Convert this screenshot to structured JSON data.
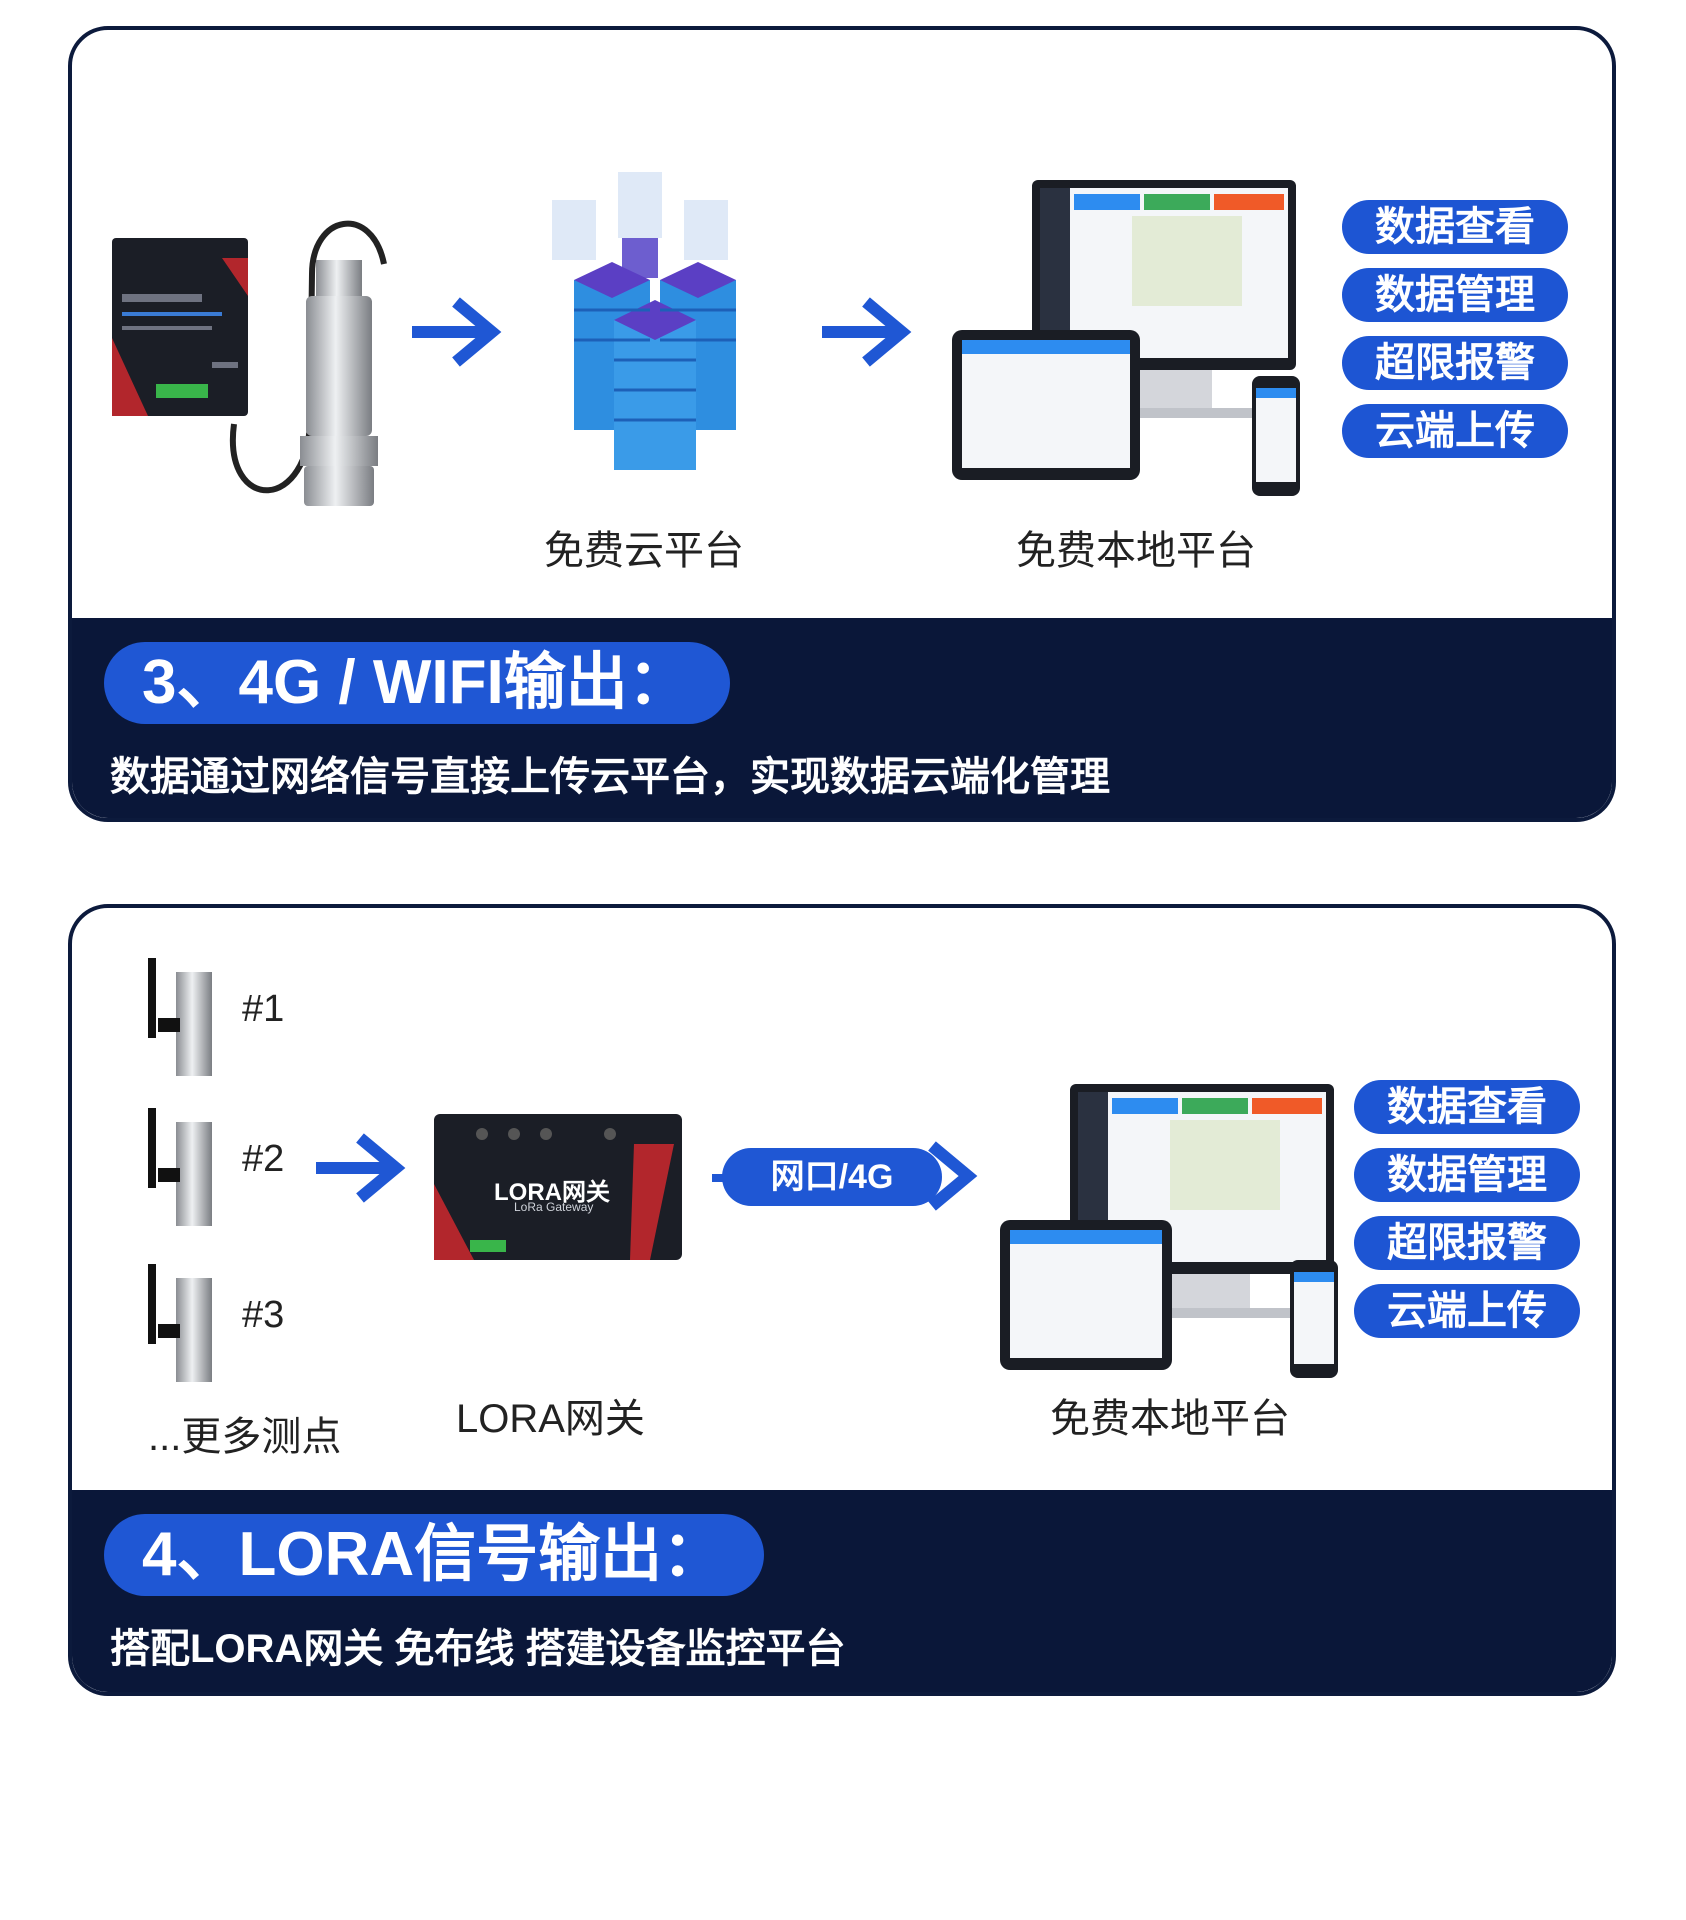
{
  "section3": {
    "title": "3、4G / WIFI输出：",
    "description": "数据通过网络信号直接上传云平台，实现数据云端化管理",
    "cloud_caption": "免费云平台",
    "local_caption": "免费本地平台",
    "features": [
      "数据查看",
      "数据管理",
      "超限报警",
      "云端上传"
    ]
  },
  "section4": {
    "title": "4、LORA信号输出：",
    "description": "搭配LORA网关 免布线 搭建设备监控平台",
    "sensors": [
      "#1",
      "#2",
      "#3"
    ],
    "more_points": "...更多测点",
    "gateway_caption": "LORA网关",
    "gateway_device_label": "LORA网关",
    "gateway_device_sublabel": "LoRa Gateway",
    "link_label": "网口/4G",
    "local_caption": "免费本地平台",
    "features": [
      "数据查看",
      "数据管理",
      "超限报警",
      "云端上传"
    ]
  },
  "colors": {
    "navy": "#0a1739",
    "accent_blue": "#1f57d4"
  }
}
